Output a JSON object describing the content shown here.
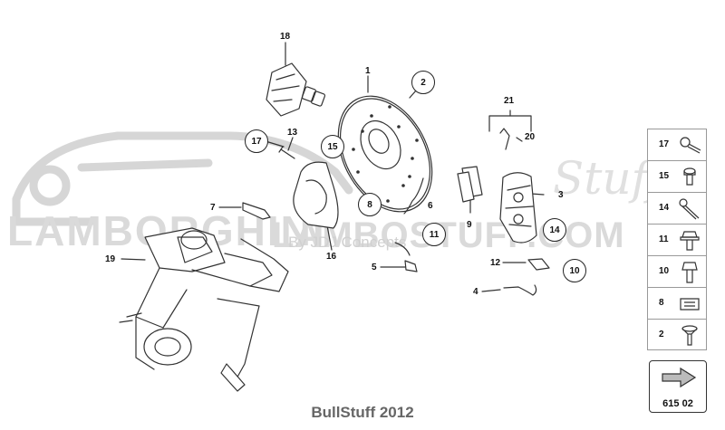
{
  "watermark": {
    "brand_main": "LAMBORGHINI",
    "brand_sub": "LAMBOSTUFF.COM",
    "by_line": "By JDJ Concepts",
    "script": "Stuff"
  },
  "callouts": {
    "c1": "1",
    "c2": "2",
    "c3": "3",
    "c4": "4",
    "c5": "5",
    "c6": "6",
    "c7": "7",
    "c8": "8",
    "c9": "9",
    "c10": "10",
    "c11": "11",
    "c12": "12",
    "c13": "13",
    "c14": "14",
    "c15": "15",
    "c16": "16",
    "c17": "17",
    "c18": "18",
    "c19": "19",
    "c20": "20",
    "c21": "21"
  },
  "legend": [
    {
      "num": "17",
      "icon": "bolt-round-head-icon"
    },
    {
      "num": "15",
      "icon": "bolt-short-icon"
    },
    {
      "num": "14",
      "icon": "bolt-long-icon"
    },
    {
      "num": "11",
      "icon": "hex-bolt-flange-icon"
    },
    {
      "num": "10",
      "icon": "hex-bolt-icon"
    },
    {
      "num": "8",
      "icon": "clip-nut-icon"
    },
    {
      "num": "2",
      "icon": "countersunk-screw-icon"
    }
  ],
  "page_ref": "615 02",
  "footer": "BullStuff 2012"
}
